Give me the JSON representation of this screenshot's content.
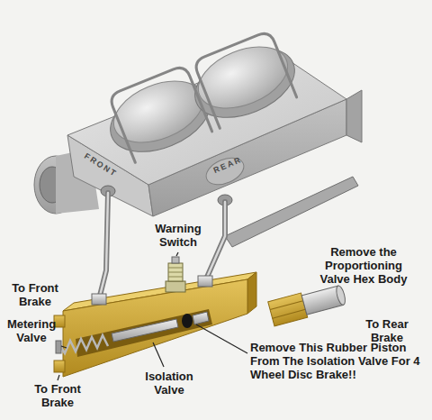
{
  "diagram": {
    "labels": [
      "REAR",
      "FRONT",
      "Warning Switch",
      "Remove the Proportioning Valve Hex Body",
      "To Front Brake",
      "To Rear Brake",
      "Metering Valve",
      "Remove This Rubber Piston From The Isolation Valve For 4 Wheel Disc Brake!!",
      "To Front Brake",
      "Isolation Valve"
    ]
  }
}
